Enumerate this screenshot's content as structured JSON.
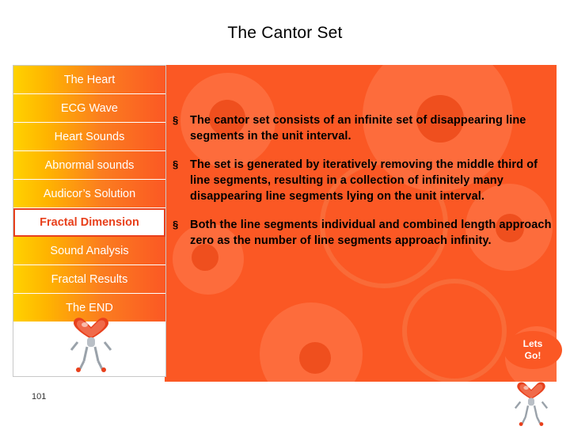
{
  "slide": {
    "title": "The Cantor Set",
    "page_number": "101"
  },
  "nav": {
    "items": [
      {
        "label": "The Heart",
        "state": "normal"
      },
      {
        "label": "ECG Wave",
        "state": "normal"
      },
      {
        "label": "Heart Sounds",
        "state": "normal"
      },
      {
        "label": "Abnormal sounds",
        "state": "normal"
      },
      {
        "label": "Audicor’s Solution",
        "state": "normal"
      },
      {
        "label": "Fractal Dimension",
        "state": "selected"
      },
      {
        "label": "Sound Analysis",
        "state": "normal"
      },
      {
        "label": "Fractal Results",
        "state": "normal"
      },
      {
        "label": "The END",
        "state": "normal"
      }
    ]
  },
  "content": {
    "bullet_marker": "§",
    "bullets": [
      "The cantor set consists of an infinite set of disappearing line segments in the unit interval.",
      "The set is generated by iteratively removing the middle third of line segments, resulting in a collection of infinitely many disappearing line segments lying on the unit interval.",
      "Both the line segments individual and combined length approach zero as the number of line segments approach infinity."
    ]
  },
  "lets_go": {
    "line1": "Lets",
    "line2": "Go!"
  },
  "colors": {
    "panel_orange": "#fb5824",
    "accent_red": "#e8401c",
    "nav_gradient_start": "#ffd200",
    "nav_gradient_end": "#fb5824"
  }
}
